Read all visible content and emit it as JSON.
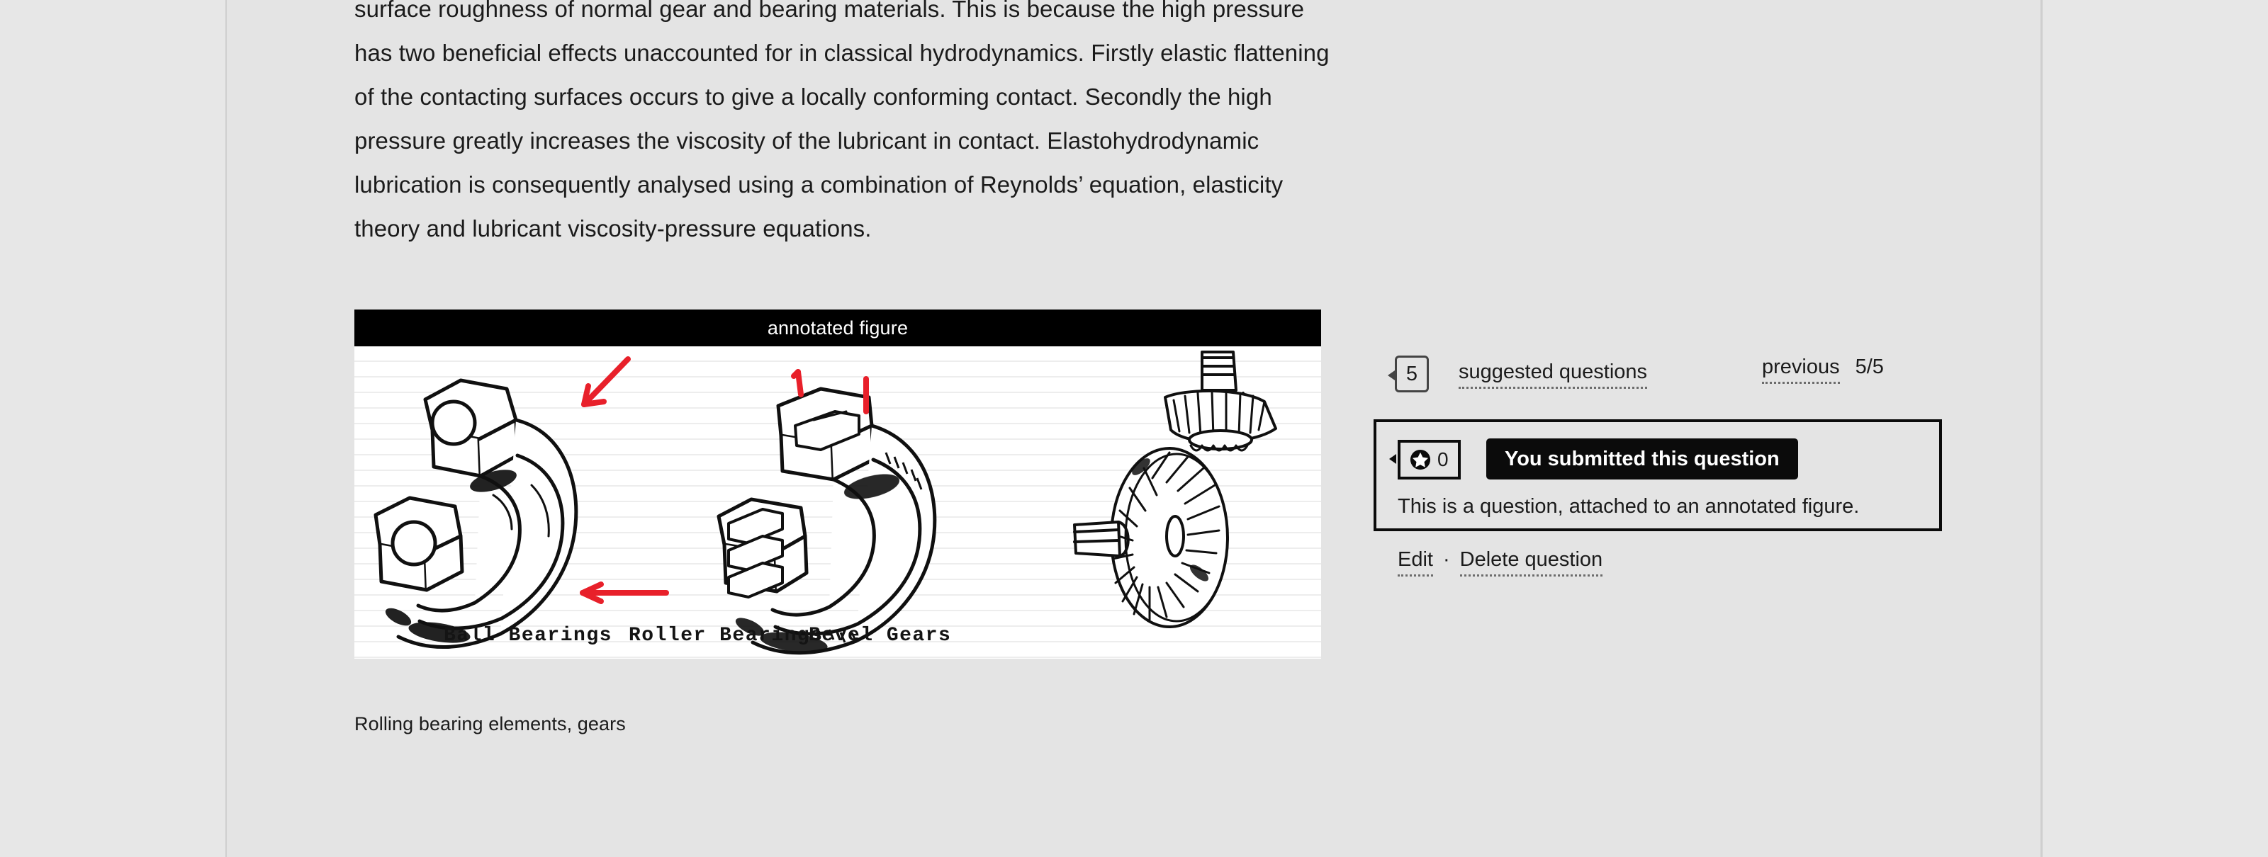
{
  "article": {
    "paragraphs": [
      "surface roughness of normal gear and bearing materials. This is because the high pressure has two beneficial effects unaccounted for in classical hydrodynamics. Firstly elastic flattening of the contacting surfaces occurs to give a locally conforming contact. Secondly the high pressure greatly increases the viscosity of the lubricant in contact. Elastohydrodynamic lubrication is consequently analysed using a combination of Reynolds’ equation, elasticity theory and lubricant viscosity-pressure equations."
    ]
  },
  "figure": {
    "header_title": "annotated figure",
    "caption": "Rolling bearing elements, gears",
    "labels": {
      "ball": "Ball Bearings",
      "roller": "Roller Bearings",
      "bevel": "Bevel Gears"
    },
    "annotation_color": "#e8202a"
  },
  "panel": {
    "suggested": {
      "count": "5",
      "label": "suggested questions"
    },
    "pagination": {
      "previous_label": "previous",
      "counter": "5/5"
    },
    "card": {
      "vote_count": "0",
      "status_label": "You submitted this question",
      "question_text": "This is a question, attached to an annotated figure.",
      "actions": {
        "edit": "Edit",
        "separator": "·",
        "delete": "Delete question"
      }
    }
  },
  "colors": {
    "page_background": "#e4e4e4",
    "body_background": "#e7e7e7",
    "header_bar": "#000000",
    "text": "#1b1b1b",
    "rule_line": "#ededed",
    "divider": "#cfcfcf"
  }
}
